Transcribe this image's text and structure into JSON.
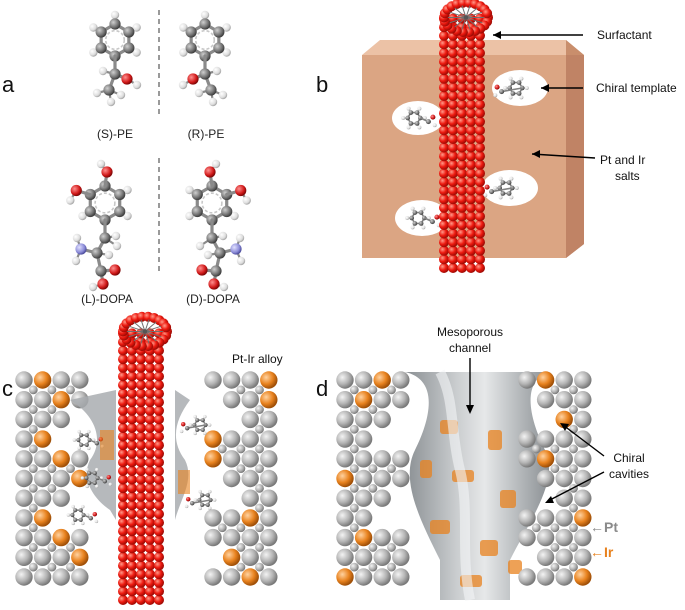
{
  "panels": {
    "a": {
      "letter": "a",
      "molecules": [
        {
          "label": "(S)-PE"
        },
        {
          "label": "(R)-PE"
        },
        {
          "label": "(L)-DOPA"
        },
        {
          "label": "(D)-DOPA"
        }
      ]
    },
    "b": {
      "letter": "b",
      "callouts": {
        "surfactant": "Surfactant",
        "chiral_template": "Chiral template",
        "salts_line1": "Pt and Ir",
        "salts_line2": "salts"
      }
    },
    "c": {
      "letter": "c",
      "alloy_label": "Pt-Ir alloy"
    },
    "d": {
      "letter": "d",
      "channel_line1": "Mesoporous",
      "channel_line2": "channel",
      "cavities_line1": "Chiral",
      "cavities_line2": "cavities",
      "pt_label": "←Pt",
      "ir_label": "←Ir"
    }
  },
  "colors": {
    "pt_atom": "#b9b9b9",
    "ir_atom": "#e8821e",
    "surfactant_sphere": "#e8120c",
    "salt_block": "#dba583",
    "carbon": "#7d7d7d",
    "hydrogen": "#e6e6e6",
    "oxygen": "#d01818",
    "nitrogen": "#8c8cd8"
  }
}
